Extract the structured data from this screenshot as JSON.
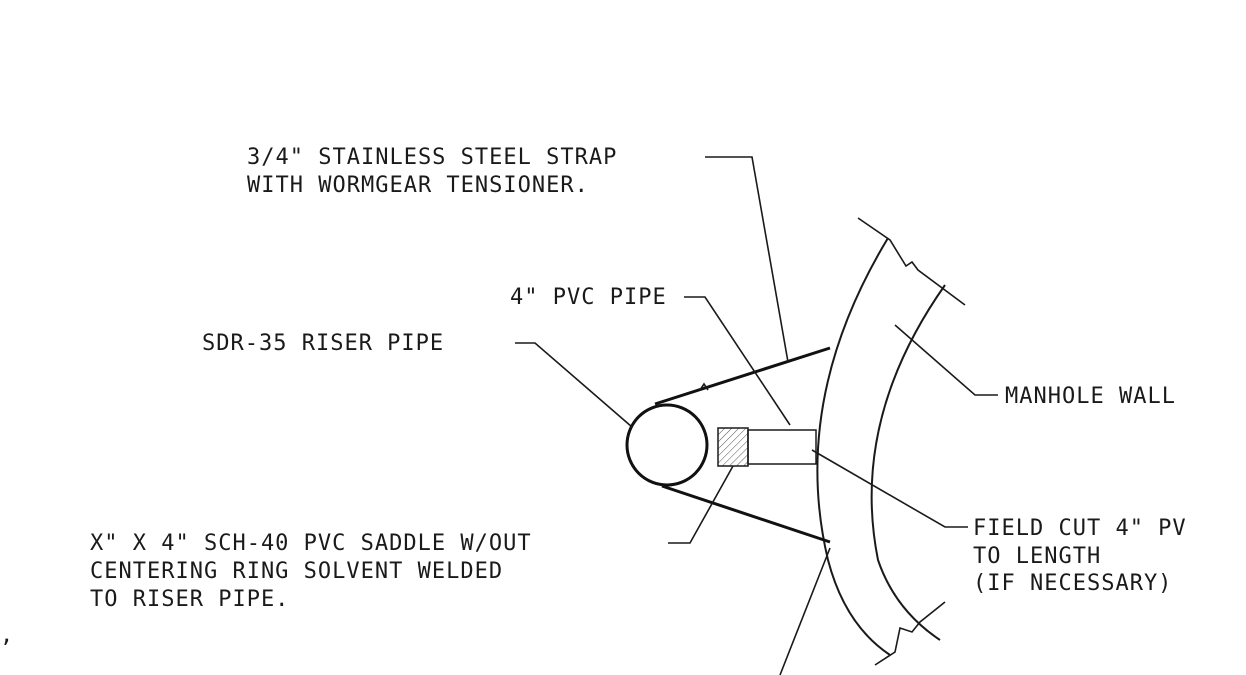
{
  "labels": {
    "strap_line1": "3/4\" STAINLESS STEEL STRAP",
    "strap_line2": "WITH WORMGEAR TENSIONER.",
    "pvc_pipe": "4\" PVC PIPE",
    "riser_pipe": "SDR-35 RISER PIPE",
    "manhole_wall": "MANHOLE WALL",
    "field_cut_line1": "FIELD CUT 4\" PV",
    "field_cut_line2": "TO LENGTH",
    "field_cut_line3": "(IF NECESSARY)",
    "saddle_line1": "X\" X 4\" SCH-40 PVC SADDLE W/OUT",
    "saddle_line2": "CENTERING RING SOLVENT WELDED",
    "saddle_line3": "TO RISER PIPE.",
    "edge_mark": ","
  }
}
